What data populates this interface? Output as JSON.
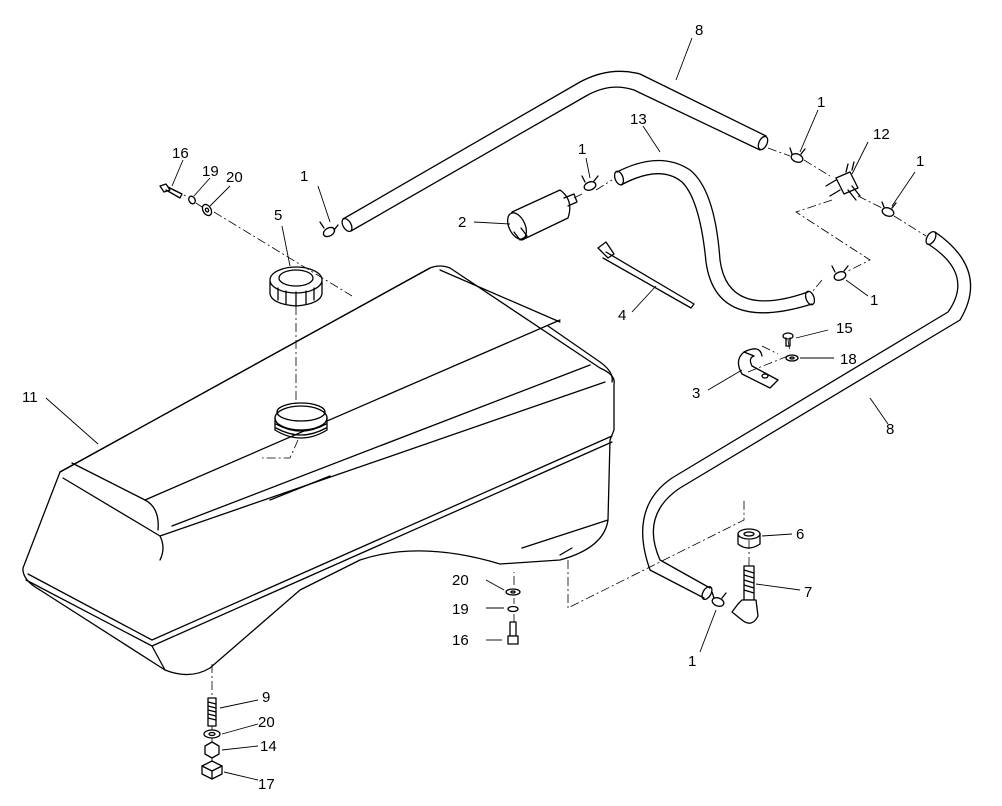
{
  "callouts": [
    {
      "key": "c8a",
      "label": "8"
    },
    {
      "key": "c1a",
      "label": "1"
    },
    {
      "key": "c16a",
      "label": "16"
    },
    {
      "key": "c19a",
      "label": "19"
    },
    {
      "key": "c20a",
      "label": "20"
    },
    {
      "key": "c1b",
      "label": "1"
    },
    {
      "key": "c13",
      "label": "13"
    },
    {
      "key": "c1c",
      "label": "1"
    },
    {
      "key": "c12",
      "label": "12"
    },
    {
      "key": "c1d",
      "label": "1"
    },
    {
      "key": "c5",
      "label": "5"
    },
    {
      "key": "c2",
      "label": "2"
    },
    {
      "key": "c4",
      "label": "4"
    },
    {
      "key": "c1e",
      "label": "1"
    },
    {
      "key": "c15",
      "label": "15"
    },
    {
      "key": "c18",
      "label": "18"
    },
    {
      "key": "c3",
      "label": "3"
    },
    {
      "key": "c11",
      "label": "11"
    },
    {
      "key": "c8b",
      "label": "8"
    },
    {
      "key": "c6",
      "label": "6"
    },
    {
      "key": "c7",
      "label": "7"
    },
    {
      "key": "c20b",
      "label": "20"
    },
    {
      "key": "c19b",
      "label": "19"
    },
    {
      "key": "c16b",
      "label": "16"
    },
    {
      "key": "c1f",
      "label": "1"
    },
    {
      "key": "c9",
      "label": "9"
    },
    {
      "key": "c20c",
      "label": "20"
    },
    {
      "key": "c14",
      "label": "14"
    },
    {
      "key": "c17",
      "label": "17"
    }
  ]
}
